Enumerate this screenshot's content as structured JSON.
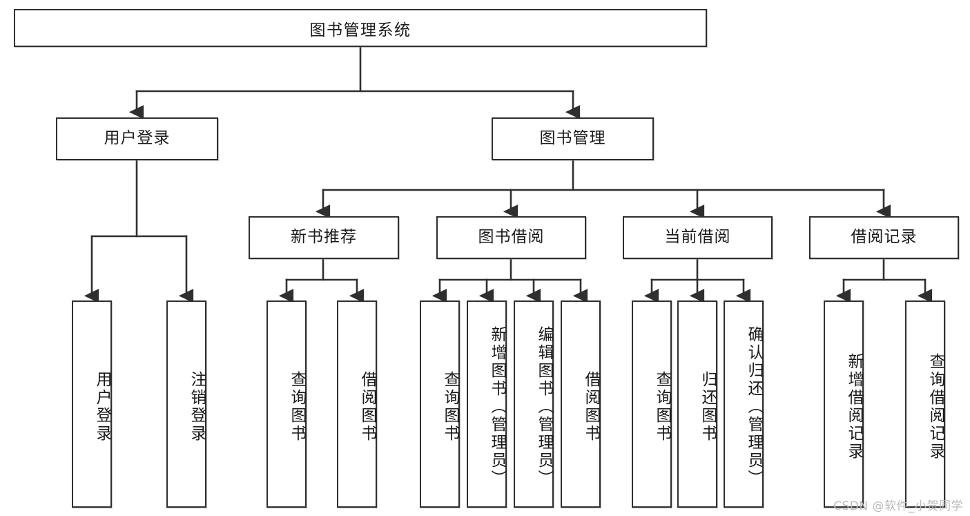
{
  "diagram": {
    "title": "图书管理系统",
    "type": "tree-hierarchy-diagram",
    "watermark": "CSDN @软件_小贺同学",
    "colors": {
      "box_border": "#2f2f2f",
      "box_fill": "#ffffff",
      "connector": "#2f2f2f",
      "text": "#1a1a1a",
      "watermark": "#b9b9b9"
    },
    "root": {
      "label": "图书管理系统"
    },
    "level2": [
      {
        "label": "用户登录"
      },
      {
        "label": "图书管理"
      }
    ],
    "level3": [
      {
        "label": "新书推荐"
      },
      {
        "label": "图书借阅"
      },
      {
        "label": "当前借阅"
      },
      {
        "label": "借阅记录"
      }
    ],
    "leaves": {
      "user_login": [
        {
          "label": "用户登录"
        },
        {
          "label": "注销登录"
        }
      ],
      "new_book_recommend": [
        {
          "label": "查询图书"
        },
        {
          "label": "借阅图书"
        }
      ],
      "book_borrow": [
        {
          "label": "查询图书"
        },
        {
          "label": "新增图书（管理员）"
        },
        {
          "label": "编辑图书（管理员）"
        },
        {
          "label": "借阅图书"
        }
      ],
      "current_borrow": [
        {
          "label": "查询图书"
        },
        {
          "label": "归还图书"
        },
        {
          "label": "确认归还（管理员）"
        }
      ],
      "borrow_record": [
        {
          "label": "新增借阅记录"
        },
        {
          "label": "查询借阅记录"
        }
      ]
    }
  }
}
